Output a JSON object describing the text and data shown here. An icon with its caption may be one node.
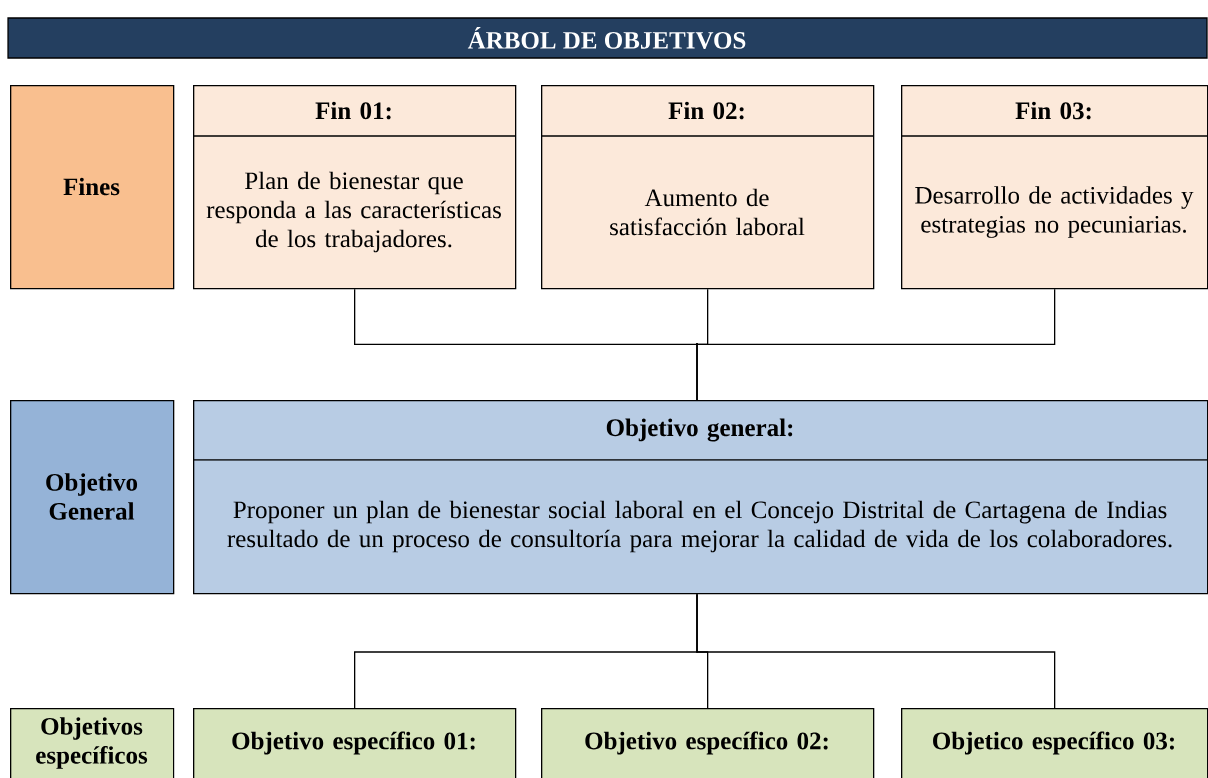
{
  "diagram": {
    "title": "ÁRBOL DE OBJETIVOS",
    "nodes": [
      {
        "text": [
          "Fines"
        ]
      },
      {
        "text": [
          "Fin 01:",
          "Plan de bienestar que responda a las características de los trabajadores."
        ]
      },
      {
        "text": [
          "Fin 02:",
          "Aumento de satisfacción laboral"
        ]
      },
      {
        "text": [
          "Fin 03:",
          "Desarrollo de actividades y estrategias no pecuniarias."
        ]
      },
      {
        "text": [
          "Objetivo General"
        ]
      },
      {
        "text": [
          "Objetivo general:",
          "Proponer un plan de bienestar social laboral en el Concejo Distrital de Cartagena de Indias resultado de un proceso de consultoría para mejorar la calidad de vida de los colaboradores."
        ]
      },
      {
        "text": [
          "Objetivos específicos"
        ]
      },
      {
        "text": [
          "Objetivo específico 01:"
        ]
      },
      {
        "text": [
          "Objetivo específico 02:"
        ]
      },
      {
        "text": [
          "Objetico específico 03:"
        ]
      }
    ],
    "edges": [
      {
        "from": 1,
        "to": 5,
        "arrow": "none"
      },
      {
        "from": 2,
        "to": 5,
        "arrow": "none"
      },
      {
        "from": 3,
        "to": 5,
        "arrow": "none"
      },
      {
        "from": 5,
        "to": 7,
        "arrow": "none"
      },
      {
        "from": 5,
        "to": 8,
        "arrow": "none"
      },
      {
        "from": 5,
        "to": 9,
        "arrow": "none"
      }
    ]
  }
}
